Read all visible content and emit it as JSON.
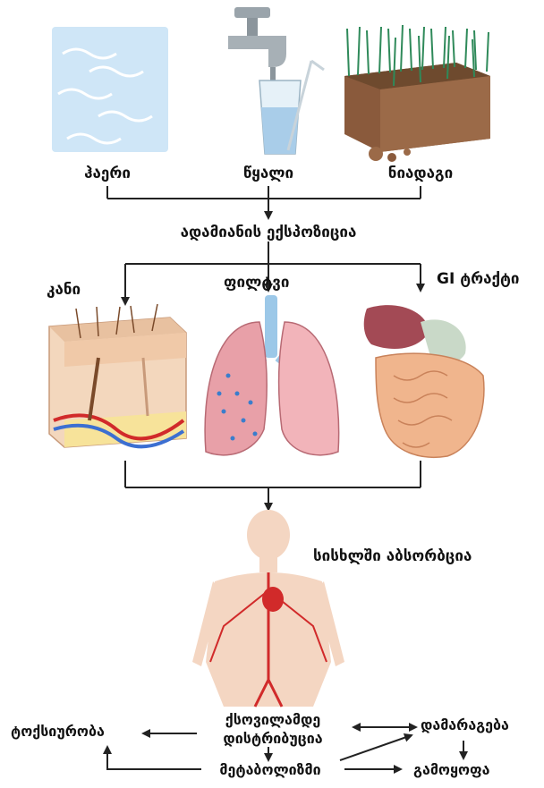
{
  "sources": {
    "air": "ჰაერი",
    "water": "წყალი",
    "soil": "ნიადაგი"
  },
  "exposure": "ადამიანის ექსპოზიცია",
  "routes": {
    "skin": "კანი",
    "lungs": "ფილტვი",
    "gi": "GI ტრაქტი"
  },
  "absorption": "სისხლში აბსორბცია",
  "outcomes": {
    "distribution_line1": "ქსოვილამდე",
    "distribution_line2": "დისტრიბუცია",
    "toxicity": "ტოქსიურობა",
    "storage": "დამარაგება",
    "metabolism": "მეტაბოლიზმი",
    "excretion": "გამოყოფა"
  },
  "colors": {
    "arrow": "#222222",
    "sky": "#cfe6f7",
    "water": "#a9cde9",
    "soil": "#8a5a3c",
    "grass": "#2f8a5a",
    "skin": "#f3d7bd",
    "lung": "#e8a0a8",
    "liver": "#a34a55",
    "intestine": "#f0b58d",
    "body": "#f4d6c2",
    "artery": "#d12a2a"
  }
}
